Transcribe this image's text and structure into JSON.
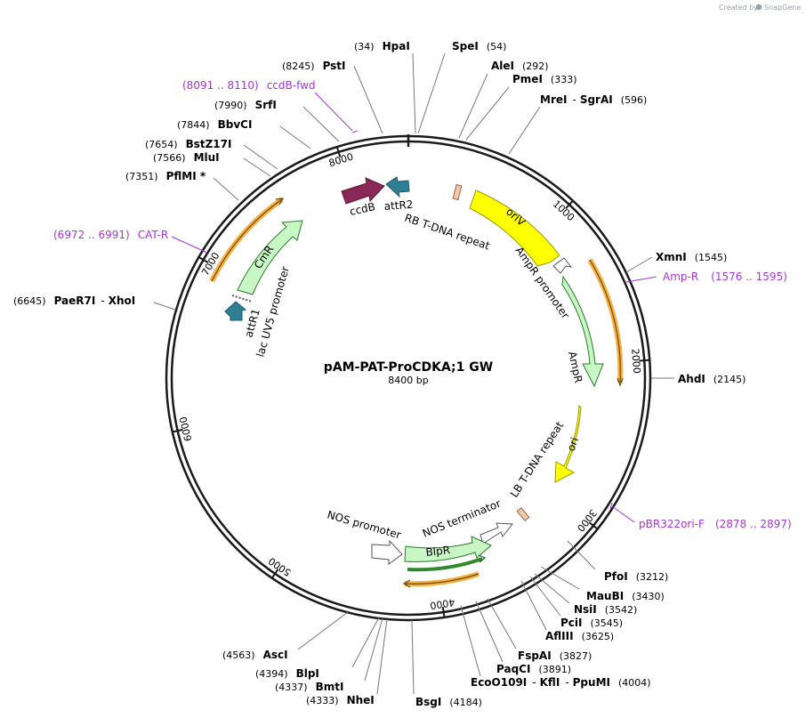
{
  "credit": {
    "prefix": "Created by",
    "brand": "SnapGene"
  },
  "plasmid": {
    "name": "pAM-PAT-ProCDKA;1 GW",
    "length": "8400 bp",
    "bp": 8400
  },
  "ticks": [
    {
      "label": "1000",
      "bp": 1000
    },
    {
      "label": "2000",
      "bp": 2000
    },
    {
      "label": "3000",
      "bp": 3000
    },
    {
      "label": "4000",
      "bp": 4000
    },
    {
      "label": "5000",
      "bp": 5000
    },
    {
      "label": "6000",
      "bp": 6000
    },
    {
      "label": "7000",
      "bp": 7000
    },
    {
      "label": "8000",
      "bp": 8000
    }
  ],
  "sites": [
    {
      "name": "HpaI",
      "pos": "(34)"
    },
    {
      "name": "SpeI",
      "pos": "(54)"
    },
    {
      "name": "AleI",
      "pos": "(292)"
    },
    {
      "name": "PmeI",
      "pos": "(333)"
    },
    {
      "name": "MreI",
      "sep": "-",
      "name2": "SgrAI",
      "pos": "(596)"
    },
    {
      "name": "XmnI",
      "pos": "(1545)"
    },
    {
      "name": "AhdI",
      "pos": "(2145)"
    },
    {
      "name": "PfoI",
      "pos": "(3212)"
    },
    {
      "name": "MauBI",
      "pos": "(3430)"
    },
    {
      "name": "NsiI",
      "pos": "(3542)"
    },
    {
      "name": "PciI",
      "pos": "(3545)"
    },
    {
      "name": "AflIII",
      "pos": "(3625)"
    },
    {
      "name": "FspAI",
      "pos": "(3827)"
    },
    {
      "name": "PaqCI",
      "pos": "(3891)"
    },
    {
      "name": "EcoO109I",
      "sep": "-",
      "name2": "KflI",
      "sep2": "-",
      "name3": "PpuMI",
      "pos": "(4004)"
    },
    {
      "name": "BsgI",
      "pos": "(4184)"
    },
    {
      "name": "NheI",
      "pos": "(4333)"
    },
    {
      "name": "BmtI",
      "pos": "(4337)"
    },
    {
      "name": "BlpI",
      "pos": "(4394)"
    },
    {
      "name": "AscI",
      "pos": "(4563)"
    },
    {
      "name": "PaeR7I",
      "sep": "-",
      "name2": "XhoI",
      "pos": "(6645)"
    },
    {
      "name": "PflMI *",
      "pos": "(7351)"
    },
    {
      "name": "MluI",
      "pos": "(7566)"
    },
    {
      "name": "BstZ17I",
      "pos": "(7654)"
    },
    {
      "name": "BbvCI",
      "pos": "(7844)"
    },
    {
      "name": "SrfI",
      "pos": "(7990)"
    },
    {
      "name": "PstI",
      "pos": "(8245)"
    }
  ],
  "primers": [
    {
      "name": "ccdB-fwd",
      "range": "(8091 .. 8110)"
    },
    {
      "name": "CAT-R",
      "range": "(6972 .. 6991)"
    },
    {
      "name": "Amp-R",
      "range": "(1576 .. 1595)"
    },
    {
      "name": "pBR322ori-F",
      "range": "(2878 .. 2897)"
    }
  ],
  "features": {
    "ccdB": "ccdB",
    "attR2": "attR2",
    "rb": "RB T-DNA repeat",
    "oriV": "oriV",
    "ampr_promoter": "AmpR promoter",
    "ampr": "AmpR",
    "ori": "ori",
    "lb": "LB T-DNA repeat",
    "nos_terminator": "NOS terminator",
    "nos_promoter": "NOS promoter",
    "blpr": "BlpR",
    "cmr": "CmR",
    "attR1": "attR1",
    "lac_uv5": "lac UV5 promoter"
  },
  "colors": {
    "backbone": "#1a1a1a",
    "primer": "#a235d6",
    "ccdB": "#8a2858",
    "attR": "#2f7f94",
    "yellow": "#ffff00",
    "green_light": "#c8f7c5",
    "orange": "#f5b041",
    "tdna": "#f5c6a5"
  }
}
